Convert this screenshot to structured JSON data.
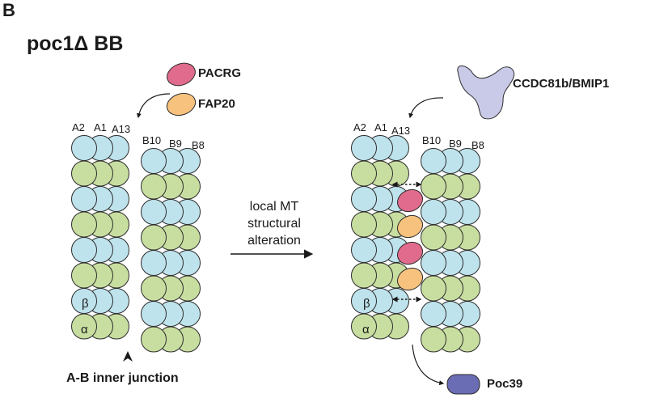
{
  "panel_letter": "B",
  "title": "poc1Δ BB",
  "proteins": {
    "pacrg": "PACRG",
    "fap20": "FAP20",
    "ccdc81b": "CCDC81b/BMIP1",
    "poc39": "Poc39"
  },
  "protofilaments": {
    "a2": "A2",
    "a1": "A1",
    "a13": "A13",
    "b10": "B10",
    "b9": "B9",
    "b8": "B8"
  },
  "subunits": {
    "beta": "β",
    "alpha": "α"
  },
  "center_label": [
    "local MT",
    "structural",
    "alteration"
  ],
  "junction_label": "A-B inner junction",
  "colors": {
    "beta_tubulin": "#bfe3ec",
    "alpha_tubulin": "#c8dea0",
    "pacrg": "#e06b8c",
    "fap20": "#f7c27e",
    "ccdc81b": "#c9cae8",
    "poc39": "#6a6cb4",
    "outline": "#2b2b2b"
  }
}
